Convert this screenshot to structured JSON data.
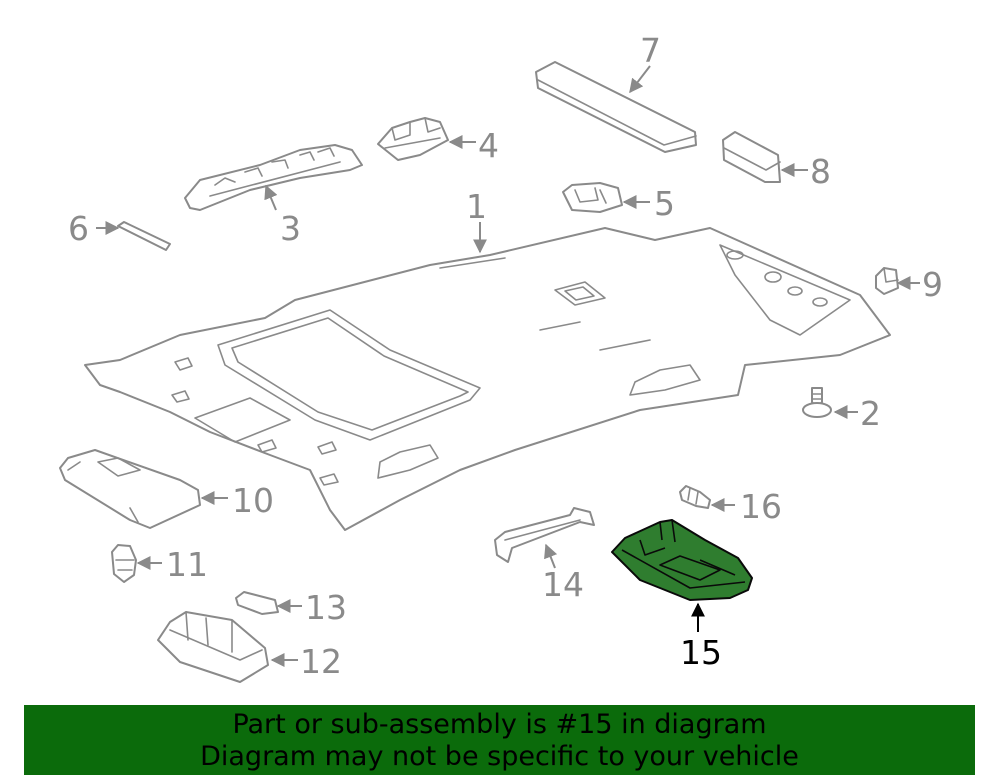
{
  "callouts": {
    "c1": "1",
    "c2": "2",
    "c3": "3",
    "c4": "4",
    "c5": "5",
    "c6": "6",
    "c7": "7",
    "c8": "8",
    "c9": "9",
    "c10": "10",
    "c11": "11",
    "c12": "12",
    "c13": "13",
    "c14": "14",
    "c15": "15",
    "c16": "16"
  },
  "highlighted_part": "15",
  "colors": {
    "highlight_fill": "#2f7d2f",
    "banner_bg": "#0b6b0b",
    "line_gray": "#8a8a8a"
  },
  "banner": {
    "line1": "Part or sub-assembly is #15 in diagram",
    "line2": "Diagram may not be specific to your vehicle"
  }
}
